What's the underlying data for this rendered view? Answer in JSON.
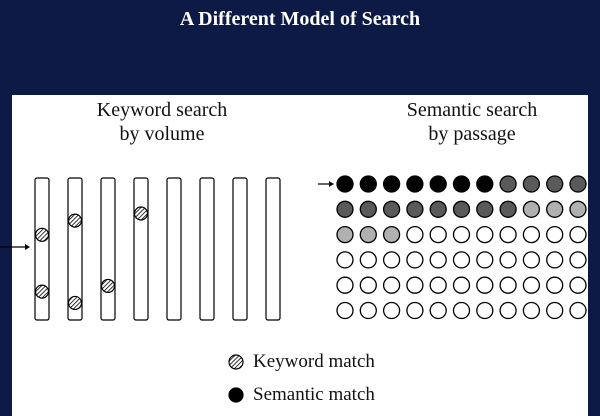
{
  "title": "A Different Model of Search",
  "left": {
    "heading_line1": "Keyword search",
    "heading_line2": "by volume"
  },
  "right": {
    "heading_line1": "Semantic search",
    "heading_line2": "by passage"
  },
  "legend": {
    "keyword": "Keyword match",
    "semantic": "Semantic match"
  },
  "colors": {
    "background": "#0c1a45",
    "black": "#000000",
    "dark": "#5a5a5a",
    "light": "#b0b0b0",
    "empty": "#ffffff"
  },
  "volumes": {
    "count": 8,
    "keyword_matches": [
      [
        0.4,
        0.8
      ],
      [
        0.3,
        0.88
      ],
      [
        0.76
      ],
      [
        0.25
      ],
      [],
      [],
      [],
      []
    ]
  },
  "passages": {
    "grid": [
      [
        "black",
        "black",
        "black",
        "black",
        "black",
        "black",
        "black",
        "dark",
        "dark",
        "dark",
        "dark"
      ],
      [
        "dark",
        "dark",
        "dark",
        "dark",
        "dark",
        "dark",
        "dark",
        "dark",
        "light",
        "light",
        "light"
      ],
      [
        "light",
        "light",
        "light",
        "empty",
        "empty",
        "empty",
        "empty",
        "empty",
        "empty",
        "empty",
        "empty"
      ],
      [
        "empty",
        "empty",
        "empty",
        "empty",
        "empty",
        "empty",
        "empty",
        "empty",
        "empty",
        "empty",
        "empty"
      ],
      [
        "empty",
        "empty",
        "empty",
        "empty",
        "empty",
        "empty",
        "empty",
        "empty",
        "empty",
        "empty",
        "empty"
      ],
      [
        "empty",
        "empty",
        "empty",
        "empty",
        "empty",
        "empty",
        "empty",
        "empty",
        "empty",
        "empty",
        "empty"
      ]
    ]
  }
}
